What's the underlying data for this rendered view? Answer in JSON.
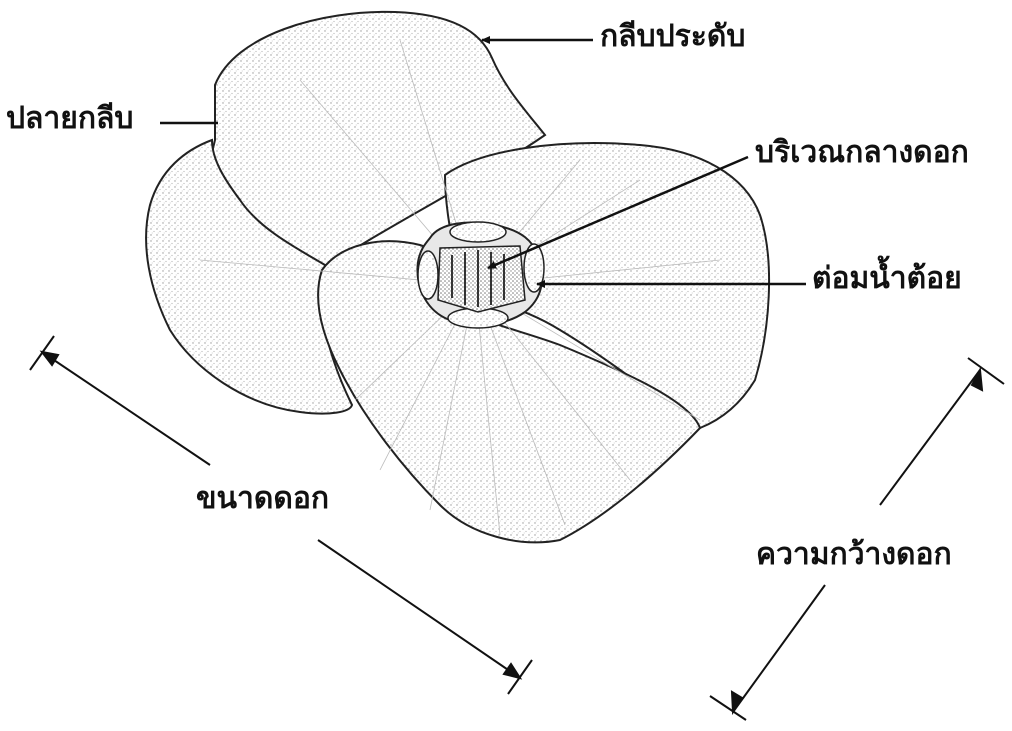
{
  "labels": {
    "bract": "กลีบประดับ",
    "bract_tip": "ปลายกลีบ",
    "flower_center": "บริเวณกลางดอก",
    "nectar_gland": "ต่อมน้ำต้อย",
    "flower_size": "ขนาดดอก",
    "flower_width": "ความกว้างดอก"
  }
}
